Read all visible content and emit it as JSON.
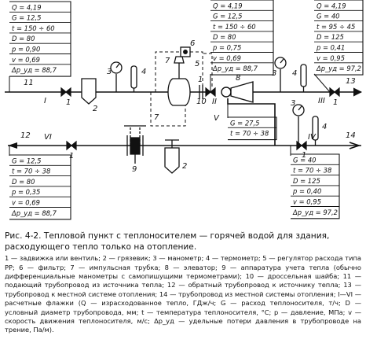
{
  "flags": [
    {
      "id": "I",
      "lines": [
        "Q = 4,19",
        "G = 12,5",
        "t = 150 ÷ 60",
        "D = 80",
        "p = 0,90",
        "v = 0,69",
        "Δp_уд = 88,7"
      ]
    },
    {
      "id": "II",
      "lines": [
        "Q = 4,19",
        "G = 12,5",
        "t = 150 ÷ 60",
        "D = 80",
        "p = 0,75",
        "v = 0,69",
        "Δp_уд = 88,7"
      ]
    },
    {
      "id": "III",
      "lines": [
        "Q = 4,19",
        "G = 40",
        "t = 95 ÷ 45",
        "D = 125",
        "p = 0,41",
        "v = 0,95",
        "Δp_уд = 97,2"
      ]
    },
    {
      "id": "V",
      "lines": [
        "G = 27,5",
        "t = 70 ÷ 38"
      ]
    },
    {
      "id": "VI",
      "lines": [
        "G = 12,5",
        "t = 70 ÷ 38",
        "D = 80",
        "p = 0,35",
        "v = 0,69",
        "Δp_уд = 88,7"
      ]
    },
    {
      "id": "IV",
      "lines": [
        "G = 40",
        "t = 70 ÷ 38",
        "D = 125",
        "p = 0,40",
        "v = 0,95",
        "Δp_уд = 97,2"
      ]
    }
  ],
  "labels": {
    "n11": "11",
    "n12": "12",
    "n13": "13",
    "n14": "14",
    "I": "I",
    "II": "II",
    "III": "III",
    "IV": "IV",
    "V": "V",
    "VI": "VI",
    "n1a": "1",
    "n2a": "2",
    "n3a": "3",
    "n4a": "4",
    "n5": "5",
    "n6": "6",
    "n7a": "7",
    "n10": "10",
    "n1b": "1",
    "n8": "8",
    "n3b": "3",
    "n4b": "4",
    "n1c": "1",
    "n7b": "7",
    "n3c": "3",
    "n4c": "4",
    "n1d": "1",
    "n1e": "1",
    "n9": "9",
    "n2b": "2"
  },
  "caption": {
    "title": "Рис. 4-2. Тепловой пункт с теплоносителем — горячей водой для здания, расходующего тепло только на отопление.",
    "legend": "1 — задвижка или вентиль; 2 — грязевик; 3 — манометр; 4 — термометр; 5 — регулятор расхода типа РР; 6 — фильтр; 7 — импульсная трубка; 8 — элеватор; 9 — аппаратура учета тепла (обычно дифференциальные манометры с самопишущими термометрами); 10 — дроссельная шайба; 11 — подающий трубопровод из источника тепла; 12 — обратный трубопровод к источнику тепла; 13 — трубопровод к местной системе отопления; 14 — трубопровод из местной системы отопления; I—VI — расчетные флажки (Q — израсходованное тепло, ГДж/ч; G — расход теплоносителя, т/ч; D — условный диаметр трубопровода, мм; t — температура теплоносителя, °C; p — давление, МПа; v — скорость движения теплоносителя, м/с; Δp_уд — удельные потери давления в трубопроводе на трение, Па/м)."
  }
}
